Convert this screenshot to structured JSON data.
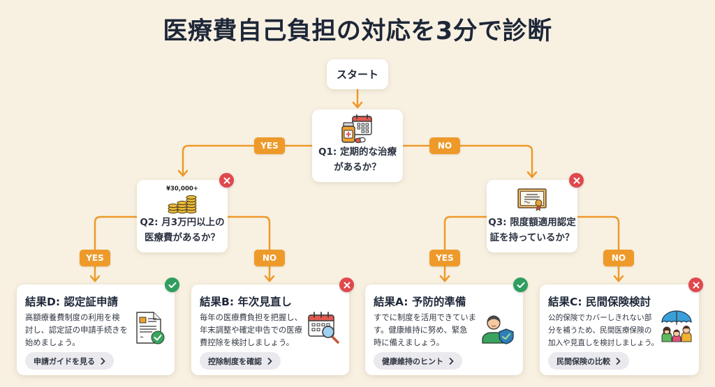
{
  "title": "医療費自己負担の対応を3分で診断",
  "colors": {
    "background": "#f8f1e2",
    "accent": "#ee9a2b",
    "success": "#2f9e5e",
    "danger": "#e0484d",
    "text": "#1e2738"
  },
  "start": {
    "label": "スタート"
  },
  "questions": {
    "q1": {
      "lines": [
        "Q1: 定期的な治療",
        "があるか？"
      ],
      "icon": "medicine-calendar-icon"
    },
    "q2": {
      "amount": "¥30,000+",
      "lines": [
        "Q2: 月3万円以上の",
        "医療費があるか？"
      ],
      "icon": "coin-stacks-icon",
      "badge": "x"
    },
    "q3": {
      "lines": [
        "Q3: 限度額適用認定",
        "証を持っているか？"
      ],
      "icon": "certificate-icon",
      "badge": "x"
    }
  },
  "branches": {
    "q1_yes": "YES",
    "q1_no": "NO",
    "q2_yes": "YES",
    "q2_no": "NO",
    "q3_yes": "YES",
    "q3_no": "NO"
  },
  "results": [
    {
      "id": "D",
      "title": "結果D: 認定証申請",
      "lines": [
        "高額療養費制度の利用を検",
        "討し、認定証の申請手続きを",
        "始めましょう。"
      ],
      "button": "申請ガイドを見る",
      "status": "check",
      "icon": "document-check-icon"
    },
    {
      "id": "B",
      "title": "結果B: 年次見直し",
      "lines": [
        "毎年の医療費負担を把握し、",
        "年末調整や確定申告での医療",
        "費控除を検討しましょう。"
      ],
      "button": "控除制度を確認",
      "status": "x",
      "icon": "calendar-search-icon"
    },
    {
      "id": "A",
      "title": "結果A: 予防的準備",
      "lines": [
        "すでに制度を活用できていま",
        "す。健康維持に努め、緊急",
        "時に備えましょう。"
      ],
      "button": "健康維持のヒント",
      "status": "check",
      "icon": "person-shield-icon"
    },
    {
      "id": "C",
      "title": "結果C: 民間保険検討",
      "lines": [
        "公的保険でカバーしきれない部",
        "分を補うため、民間医療保険の",
        "加入や見直しを検討しましょう。"
      ],
      "button": "民間保険の比較",
      "status": "x",
      "icon": "umbrella-family-icon"
    }
  ]
}
